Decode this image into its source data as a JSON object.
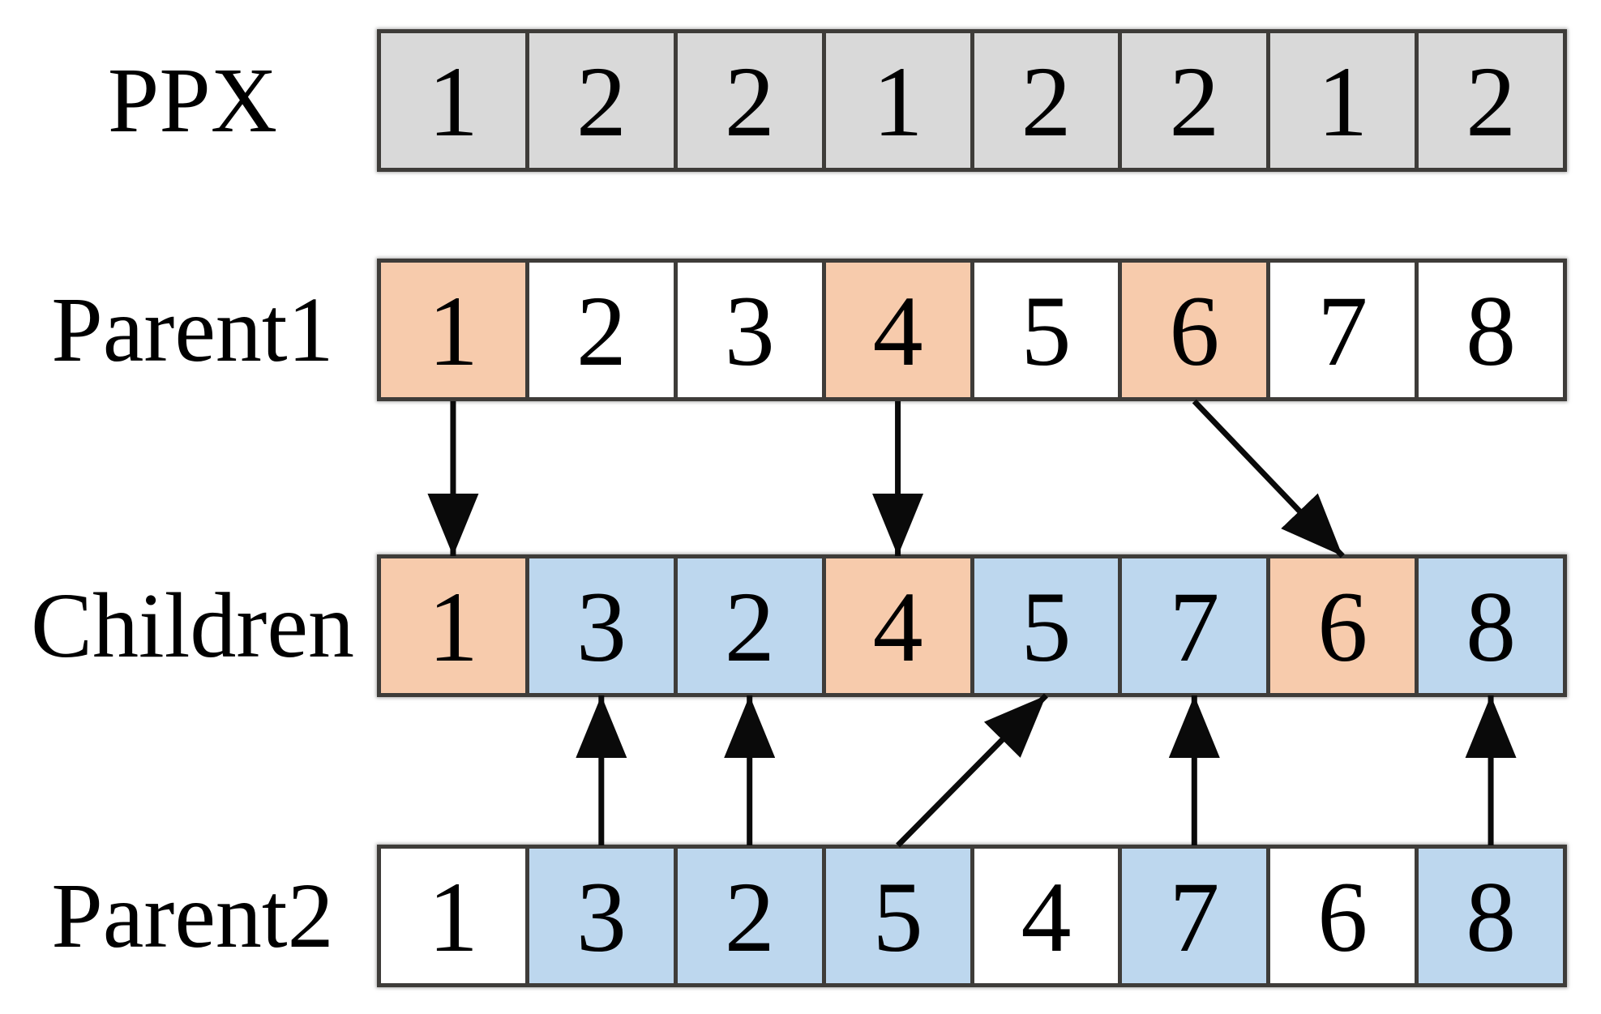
{
  "figure": {
    "background": "#ffffff",
    "colors": {
      "gray": "#d9d9d9",
      "orange": "#f7cbac",
      "blue": "#bdd7ee",
      "white": "#ffffff",
      "border": "#3e3c39",
      "arrow": "#0a0a0a",
      "text": "#000000"
    },
    "rows": [
      {
        "id": "ppx",
        "label": "PPX",
        "cells": [
          {
            "value": "1",
            "fill": "gray"
          },
          {
            "value": "2",
            "fill": "gray"
          },
          {
            "value": "2",
            "fill": "gray"
          },
          {
            "value": "1",
            "fill": "gray"
          },
          {
            "value": "2",
            "fill": "gray"
          },
          {
            "value": "2",
            "fill": "gray"
          },
          {
            "value": "1",
            "fill": "gray"
          },
          {
            "value": "2",
            "fill": "gray"
          }
        ]
      },
      {
        "id": "parent1",
        "label": "Parent1",
        "cells": [
          {
            "value": "1",
            "fill": "orange"
          },
          {
            "value": "2",
            "fill": "white"
          },
          {
            "value": "3",
            "fill": "white"
          },
          {
            "value": "4",
            "fill": "orange"
          },
          {
            "value": "5",
            "fill": "white"
          },
          {
            "value": "6",
            "fill": "orange"
          },
          {
            "value": "7",
            "fill": "white"
          },
          {
            "value": "8",
            "fill": "white"
          }
        ]
      },
      {
        "id": "children",
        "label": "Children",
        "cells": [
          {
            "value": "1",
            "fill": "orange"
          },
          {
            "value": "3",
            "fill": "blue"
          },
          {
            "value": "2",
            "fill": "blue"
          },
          {
            "value": "4",
            "fill": "orange"
          },
          {
            "value": "5",
            "fill": "blue"
          },
          {
            "value": "7",
            "fill": "blue"
          },
          {
            "value": "6",
            "fill": "orange"
          },
          {
            "value": "8",
            "fill": "blue"
          }
        ]
      },
      {
        "id": "parent2",
        "label": "Parent2",
        "cells": [
          {
            "value": "1",
            "fill": "white"
          },
          {
            "value": "3",
            "fill": "blue"
          },
          {
            "value": "2",
            "fill": "blue"
          },
          {
            "value": "5",
            "fill": "blue"
          },
          {
            "value": "4",
            "fill": "white"
          },
          {
            "value": "7",
            "fill": "blue"
          },
          {
            "value": "6",
            "fill": "white"
          },
          {
            "value": "8",
            "fill": "blue"
          }
        ]
      }
    ],
    "arrows": [
      {
        "name": "parent1-gene-1-to-child-slot-1",
        "from": {
          "row": "parent1",
          "index": 0
        },
        "to": {
          "row": "children",
          "index": 0
        }
      },
      {
        "name": "parent1-gene-4-to-child-slot-4",
        "from": {
          "row": "parent1",
          "index": 3
        },
        "to": {
          "row": "children",
          "index": 3
        }
      },
      {
        "name": "parent1-gene-6-to-child-slot-7",
        "from": {
          "row": "parent1",
          "index": 5
        },
        "to": {
          "row": "children",
          "index": 6
        }
      },
      {
        "name": "parent2-gene-3-to-child-slot-2",
        "from": {
          "row": "parent2",
          "index": 1
        },
        "to": {
          "row": "children",
          "index": 1
        }
      },
      {
        "name": "parent2-gene-2-to-child-slot-3",
        "from": {
          "row": "parent2",
          "index": 2
        },
        "to": {
          "row": "children",
          "index": 2
        }
      },
      {
        "name": "parent2-gene-5-to-child-slot-5",
        "from": {
          "row": "parent2",
          "index": 3
        },
        "to": {
          "row": "children",
          "index": 4
        }
      },
      {
        "name": "parent2-gene-7-to-child-slot-6",
        "from": {
          "row": "parent2",
          "index": 5
        },
        "to": {
          "row": "children",
          "index": 5
        }
      },
      {
        "name": "parent2-gene-8-to-child-slot-8",
        "from": {
          "row": "parent2",
          "index": 7
        },
        "to": {
          "row": "children",
          "index": 7
        }
      }
    ]
  }
}
